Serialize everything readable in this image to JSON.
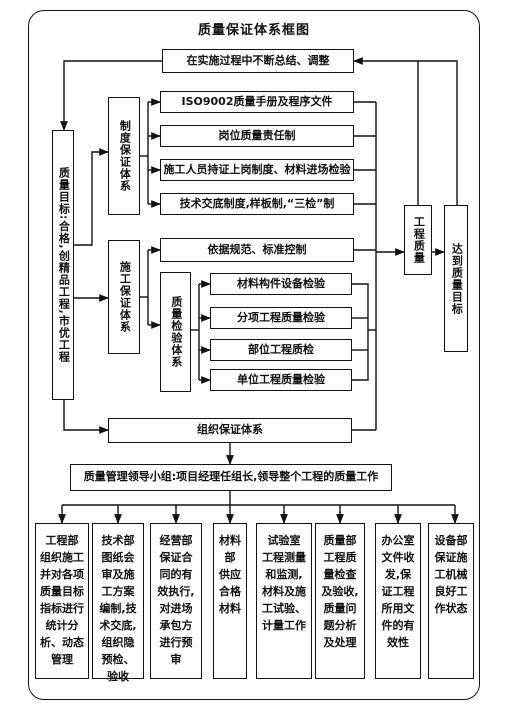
{
  "title": "质量保证体系框图",
  "nodes": {
    "feedback": "在实施过程中不断总结、调整",
    "goal_left": "质量目标:合格,创精品工程,市优工程",
    "sys_institution": "制度保证体系",
    "iso": "ISO9002质量手册及程序文件",
    "post_responsibility": "岗位质量责任制",
    "certificate": "施工人员持证上岗制度、材料进场检验",
    "tech_briefing": "技术交底制度,样板制,“三检”制",
    "sys_construction": "施工保证体系",
    "standard_control": "依据规范、标准控制",
    "quality_inspection": "质量检验体系",
    "material_inspection": "材料构件设备检验",
    "subitem_inspection": "分项工程质量检验",
    "part_inspection": "部位工程质检",
    "unit_inspection": "单位工程质量检验",
    "engineering_quality": "工程质量",
    "goal_right": "达到质量目标",
    "sys_organization": "组织保证体系",
    "leader_group": "质量管理领导小组:项目经理任组长,领导整个工程的质量工作"
  },
  "departments": [
    {
      "name": "工程部",
      "text": "组织施工并对各项质量目标指标进行统计分析、动态管理"
    },
    {
      "name": "技术部",
      "text": "图纸会审及施工方案编制,技术交底,组织隐预检、验收"
    },
    {
      "name": "经营部",
      "text": "保证合同的有效执行,对进场承包方进行预审"
    },
    {
      "name": "材料部",
      "text": "供应合格材料"
    },
    {
      "name": "试验室",
      "text": "工程测量和监测,材料及施工试验、计量工作"
    },
    {
      "name": "质量部",
      "text": "工程质量检查及验收,质量问题分析及处理"
    },
    {
      "name": "办公室",
      "text": "文件收发,保证工程所用文件的有效性"
    },
    {
      "name": "设备部",
      "text": "保证施工机械良好工作状态"
    }
  ]
}
